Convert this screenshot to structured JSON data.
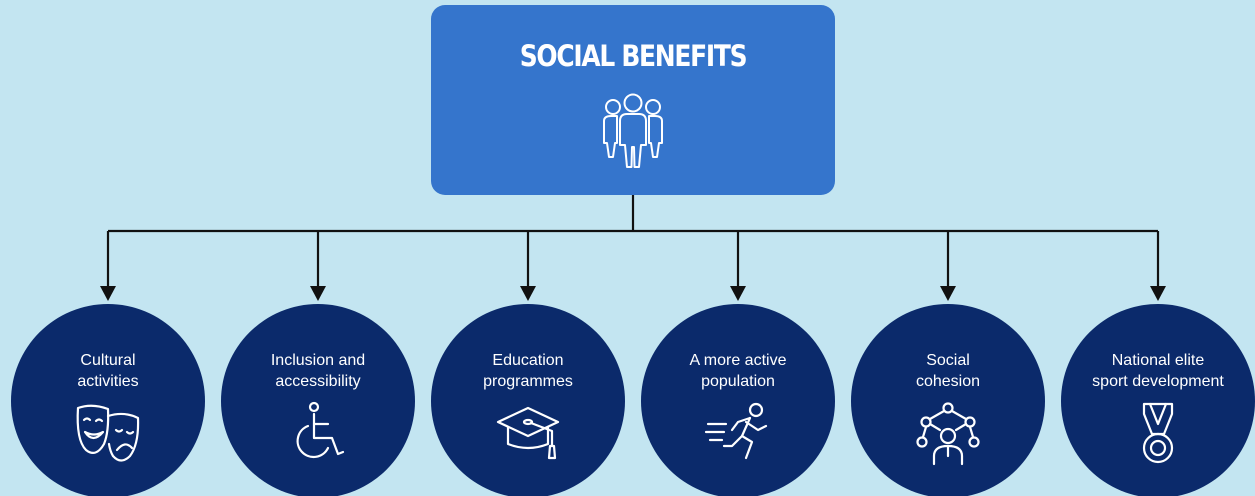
{
  "title": "SOCIAL BENEFITS",
  "root_icon": "people-group-icon",
  "colors": {
    "background": "#c3e5f1",
    "root_box": "#3575cc",
    "nodes": "#0b2a6b",
    "connectors": "#111111",
    "text": "#ffffff"
  },
  "benefits": [
    {
      "label": "Cultural\nactivities",
      "icon": "theatre-masks-icon"
    },
    {
      "label": "Inclusion and\naccessibility",
      "icon": "wheelchair-icon"
    },
    {
      "label": "Education\nprogrammes",
      "icon": "graduation-cap-icon"
    },
    {
      "label": "A more active\npopulation",
      "icon": "running-person-icon"
    },
    {
      "label": "Social\ncohesion",
      "icon": "network-person-icon"
    },
    {
      "label": "National elite\nsport development",
      "icon": "medal-icon"
    }
  ]
}
